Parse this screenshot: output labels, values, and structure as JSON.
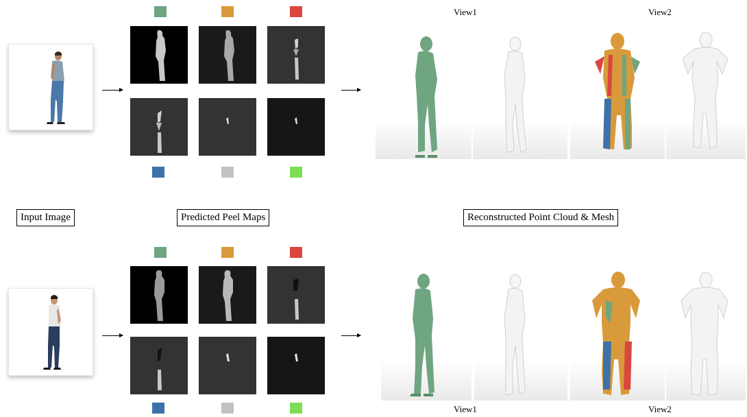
{
  "labels": {
    "input_image": "Input Image",
    "peel_maps": "Predicted Peel Maps",
    "recon": "Reconstructed Point Cloud & Mesh",
    "view1_top": "View1",
    "view2_top": "View2",
    "view1_bottom": "View1",
    "view2_bottom": "View2"
  },
  "colors": {
    "green": "#6fa581",
    "orange": "#d89a3a",
    "red": "#d9473f",
    "blue": "#3d72a8",
    "grey": "#c2c2c2",
    "lime": "#7cde56",
    "mesh_white": "#f0f0f0",
    "shirt": "#8aa0b0",
    "jeans": "#4a78a8",
    "jeans_dark": "#2b3d5e",
    "skin": "#c49574",
    "shirt_white": "#e8e8e8"
  },
  "icons": [
    "person-icon",
    "arrow-right-icon",
    "point-cloud-icon",
    "mesh-icon"
  ]
}
